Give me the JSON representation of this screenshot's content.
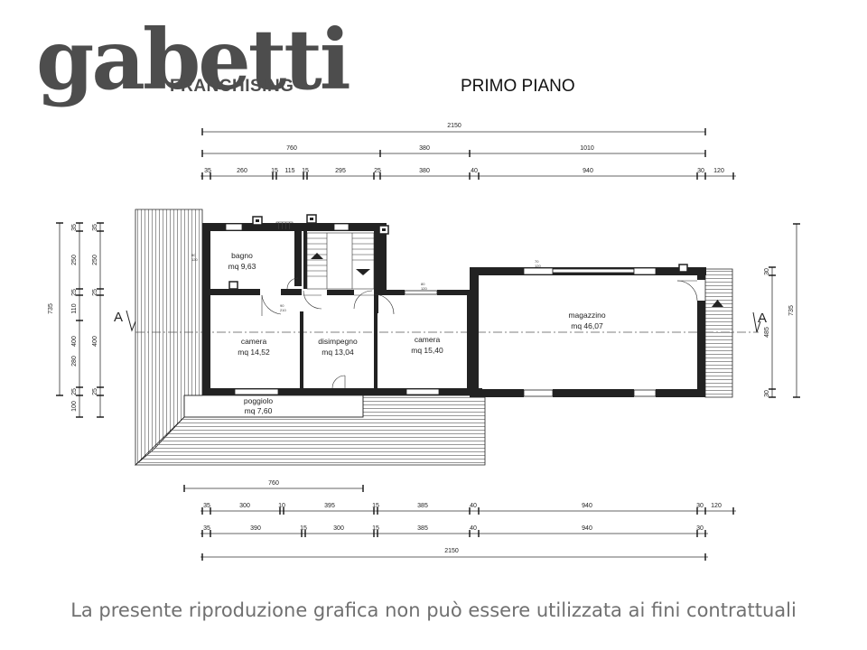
{
  "logo": {
    "word": "gabetti",
    "subtitle": "FRANCHISING"
  },
  "title": "PRIMO PIANO",
  "disclaimer": "La presente riproduzione grafica non può essere utilizzata ai fini contrattuali",
  "section_mark": "A",
  "rooms": [
    {
      "id": "bagno",
      "name": "bagno",
      "area": "mq 9,63"
    },
    {
      "id": "camera1",
      "name": "camera",
      "area": "mq 14,52"
    },
    {
      "id": "disimpegno",
      "name": "disimpegno",
      "area": "mq 13,04"
    },
    {
      "id": "camera2",
      "name": "camera",
      "area": "mq 15,40"
    },
    {
      "id": "magazzino",
      "name": "magazzino",
      "area": "mq 46,07"
    },
    {
      "id": "poggiolo",
      "name": "poggiolo",
      "area": "mq 7,60"
    }
  ],
  "opening_notes": [
    "80",
    "120",
    "90",
    "210",
    "80",
    "120",
    "70",
    "120"
  ],
  "dimensions": {
    "top": {
      "total": [
        "2150"
      ],
      "mid": [
        "760",
        "380",
        "1010"
      ],
      "detail": [
        "35",
        "260",
        "15",
        "115",
        "15",
        "295",
        "25",
        "380",
        "40",
        "940",
        "30",
        "120"
      ]
    },
    "bottom": {
      "partial": [
        "760"
      ],
      "row1": [
        "35",
        "300",
        "10",
        "395",
        "15",
        "385",
        "40",
        "940",
        "30",
        "120"
      ],
      "row2": [
        "35",
        "390",
        "15",
        "300",
        "15",
        "385",
        "40",
        "940",
        "30"
      ],
      "total": [
        "2150"
      ]
    },
    "left": {
      "total": [
        "735"
      ],
      "mid": [
        "35",
        "250",
        "25",
        "110",
        "400",
        "280",
        "25",
        "100"
      ],
      "inner": [
        "35",
        "250",
        "25",
        "400",
        "25"
      ]
    },
    "right": {
      "total": [
        "735"
      ],
      "chain": [
        "30",
        "485",
        "30"
      ]
    }
  }
}
